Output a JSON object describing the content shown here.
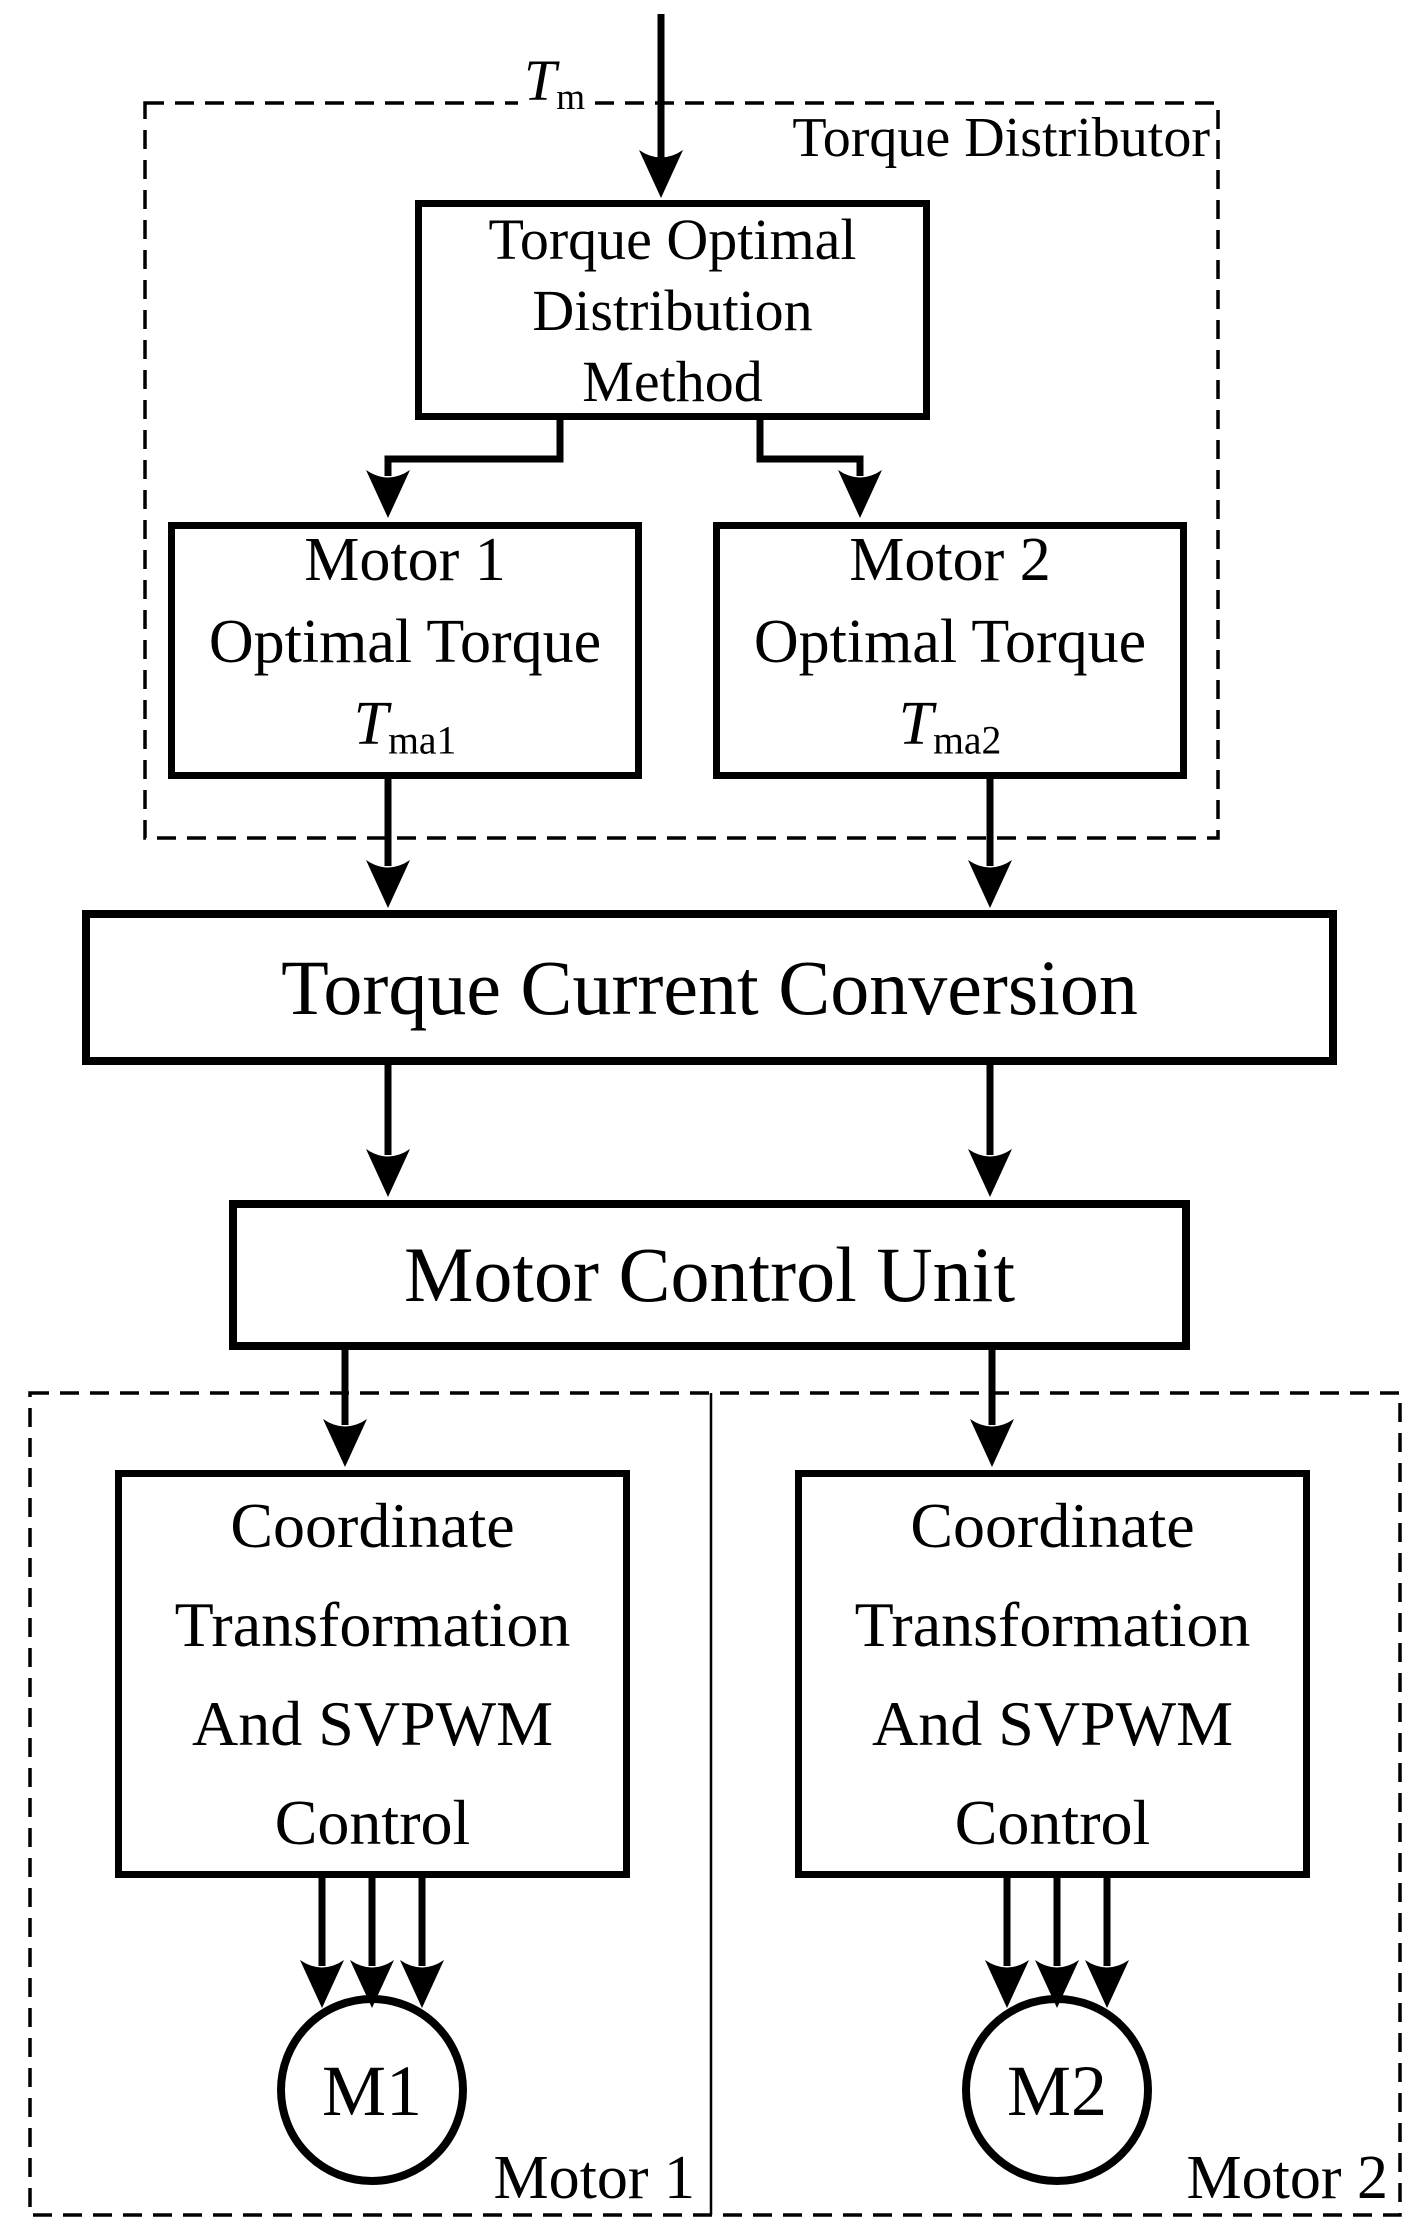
{
  "colors": {
    "ink": "#000000",
    "paper": "#ffffff"
  },
  "distributor": {
    "input_symbol": {
      "base": "T",
      "sub": "m"
    },
    "title": "Torque Distributor",
    "method_box": {
      "line1": "Torque Optimal",
      "line2": "Distribution",
      "line3": "Method"
    },
    "motor1_box": {
      "line1": "Motor 1",
      "line2": "Optimal Torque",
      "symbol": {
        "base": "T",
        "sub": "ma1"
      }
    },
    "motor2_box": {
      "line1": "Motor 2",
      "line2": "Optimal Torque",
      "symbol": {
        "base": "T",
        "sub": "ma2"
      }
    }
  },
  "conversion_box": {
    "label": "Torque Current Conversion"
  },
  "control_box": {
    "label": "Motor Control Unit"
  },
  "motor1_section": {
    "coord_box": {
      "line1": "Coordinate",
      "line2": "Transformation",
      "line3": "And SVPWM",
      "line4": "Control"
    },
    "machine_label": "M1",
    "caption": "Motor 1"
  },
  "motor2_section": {
    "coord_box": {
      "line1": "Coordinate",
      "line2": "Transformation",
      "line3": "And SVPWM",
      "line4": "Control"
    },
    "machine_label": "M2",
    "caption": "Motor 2"
  }
}
